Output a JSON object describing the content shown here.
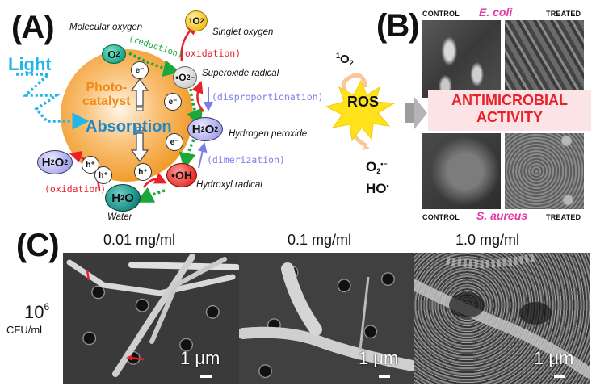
{
  "panel_a": {
    "label": "(A)",
    "light": "Light",
    "photocatalyst": "Photo-\ncatalyst",
    "photocatalyst_line1": "Photo-",
    "photocatalyst_line2": "catalyst",
    "absorption": "Absorption",
    "species": {
      "o2": {
        "symbol": "O2",
        "name": "Molecular oxygen"
      },
      "singlet": {
        "symbol": "1O2",
        "name": "Singlet oxygen"
      },
      "superoxide": {
        "symbol": "•O2−",
        "name": "Superoxide radical"
      },
      "h2o2_right": {
        "symbol": "H2O2",
        "name": "Hydrogen peroxide"
      },
      "oh": {
        "symbol": "•OH",
        "name": "Hydroxyl radical"
      },
      "h2o": {
        "symbol": "H2O",
        "name": "Water"
      },
      "h2o2_left": {
        "symbol": "H2O2"
      }
    },
    "reactions": {
      "reduction": "(reduction)",
      "oxidation_top": "(oxidation)",
      "disproportionation": "(disproportionation)",
      "dimerization": "(dimerization)",
      "oxidation_bottom": "(oxidation)"
    },
    "carriers": {
      "electron": "e⁻",
      "hole": "h⁺"
    },
    "colors": {
      "photocatalyst": "#f3a035",
      "light": "#21b5e8",
      "absorption_text": "#1f86c8",
      "o2_ball": "#1aa58a",
      "singlet_ball": "#f4c21e",
      "superoxide_ball": "#cfcfcf",
      "h2o2_oval": "#a9a8ea",
      "oh_ball": "#e8332e",
      "h2o_ball": "#158a80",
      "red_arrow": "#e8202a",
      "green_arrow": "#1aa83a",
      "blue_arrow": "#7b7ee8"
    }
  },
  "panel_b": {
    "label": "(B)",
    "ros": "ROS",
    "ros_products_top": "1O2",
    "ros_products_bottom_1": "O2•−",
    "ros_products_bottom_2": "HO•",
    "activity_line1": "ANTIMICROBIAL",
    "activity_line2": "ACTIVITY",
    "top_row": {
      "left": "CONTROL",
      "organism": "E. coli",
      "right": "TREATED"
    },
    "bottom_row": {
      "left": "CONTROL",
      "organism": "S. aureus",
      "right": "TREATED"
    },
    "colors": {
      "activity_text": "#e8202a",
      "activity_band": "#fbe3e6",
      "organism": "#e23aa8",
      "ros_star": "#ffe21a"
    }
  },
  "panel_c": {
    "label": "(C)",
    "row_label_main": "10",
    "row_label_exp": "6",
    "row_label_unit": "CFU/ml",
    "columns": [
      {
        "concentration": "0.01 mg/ml",
        "scale_bar": "1 μm"
      },
      {
        "concentration": "0.1 mg/ml",
        "scale_bar": "1 μm"
      },
      {
        "concentration": "1.0 mg/ml",
        "scale_bar": "1 μm"
      }
    ]
  }
}
